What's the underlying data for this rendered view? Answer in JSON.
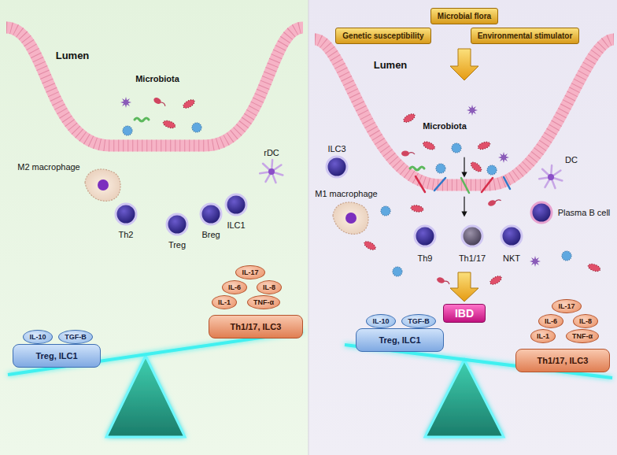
{
  "diagram": {
    "nodes": [
      {
        "text": [
          "IL-10"
        ]
      },
      {
        "text": [
          "TGF-B"
        ]
      },
      {
        "text": [
          "Treg, ILC1"
        ]
      },
      {
        "text": [
          "IL-17"
        ]
      },
      {
        "text": [
          "IL-6"
        ]
      },
      {
        "text": [
          "IL-8"
        ]
      },
      {
        "text": [
          "IL-1"
        ]
      },
      {
        "text": [
          "TNF-α"
        ]
      },
      {
        "text": [
          "Th1/17, ILC3"
        ]
      },
      {
        "text": [
          "Microbial flora"
        ]
      },
      {
        "text": [
          "Genetic susceptibility"
        ]
      },
      {
        "text": [
          "Environmental stimulator"
        ]
      },
      {
        "text": [
          "IBD"
        ]
      },
      {
        "text": [
          "IL-10"
        ]
      },
      {
        "text": [
          "TGF-B"
        ]
      },
      {
        "text": [
          "Treg, ILC1"
        ]
      },
      {
        "text": [
          "IL-17"
        ]
      },
      {
        "text": [
          "IL-6"
        ]
      },
      {
        "text": [
          "IL-8"
        ]
      },
      {
        "text": [
          "IL-1"
        ]
      },
      {
        "text": [
          "TNF-α"
        ]
      },
      {
        "text": [
          "Th1/17, ILC3"
        ]
      }
    ],
    "labels": [
      "Lumen",
      "Microbiota",
      "M2 macrophage",
      "rDC",
      "Th2",
      "Treg",
      "Breg",
      "ILC1",
      "Lumen",
      "Microbiota",
      "ILC3",
      "DC",
      "M1 macrophage",
      "Plasma B cell",
      "Th9",
      "Th1/17",
      "NKT"
    ]
  }
}
